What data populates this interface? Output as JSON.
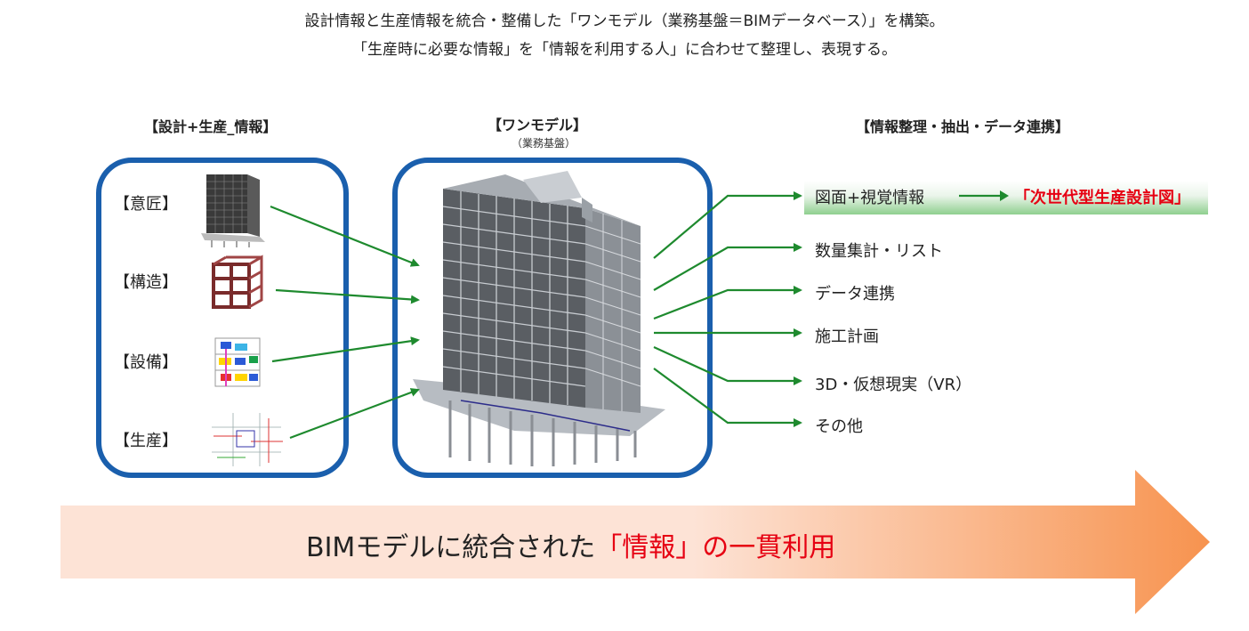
{
  "headline": {
    "line1": "設計情報と生産情報を統合・整備した「ワンモデル（業務基盤＝BIMデータベース）」を構築。",
    "line2": "「生産時に必要な情報」を「情報を利用する人」に合わせて整理し、表現する。"
  },
  "left_section": {
    "title": "【設計+生産_情報】",
    "categories": [
      "【意匠】",
      "【構造】",
      "【設備】",
      "【生産】"
    ]
  },
  "center_section": {
    "title": "【ワンモデル】",
    "subtitle": "（業務基盤）"
  },
  "right_section": {
    "title": "【情報整理・抽出・データ連携】",
    "outputs": [
      "図面+視覚情報",
      "数量集計・リスト",
      "データ連携",
      "施工計画",
      "3D・仮想現実（VR）",
      "その他"
    ],
    "highlight": "「次世代型生産設計図」"
  },
  "banner": {
    "text_main": "BIMモデルに統合された",
    "text_red": "「情報」の一貫利用"
  },
  "colors": {
    "panel_border": "#1a5fad",
    "arrow_green": "#1e8a2e",
    "accent_red": "#e60012",
    "banner_start": "#fde3d6",
    "banner_end": "#f7934f"
  }
}
